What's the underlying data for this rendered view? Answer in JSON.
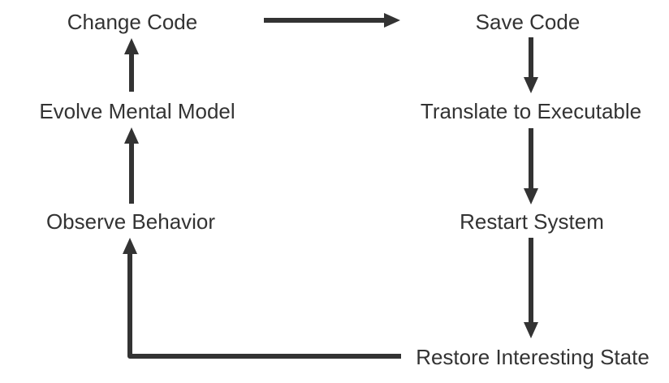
{
  "diagram": {
    "nodes": {
      "change_code": {
        "label": "Change Code"
      },
      "save_code": {
        "label": "Save Code"
      },
      "evolve_mental_model": {
        "label": "Evolve Mental Model"
      },
      "translate_to_executable": {
        "label": "Translate to Executable"
      },
      "observe_behavior": {
        "label": "Observe Behavior"
      },
      "restart_system": {
        "label": "Restart System"
      },
      "restore_interesting_state": {
        "label": "Restore Interesting State"
      }
    },
    "edges": [
      {
        "from": "change_code",
        "to": "save_code"
      },
      {
        "from": "save_code",
        "to": "translate_to_executable"
      },
      {
        "from": "translate_to_executable",
        "to": "restart_system"
      },
      {
        "from": "restart_system",
        "to": "restore_interesting_state"
      },
      {
        "from": "restore_interesting_state",
        "to": "observe_behavior"
      },
      {
        "from": "observe_behavior",
        "to": "evolve_mental_model"
      },
      {
        "from": "evolve_mental_model",
        "to": "change_code"
      }
    ],
    "colors": {
      "ink": "#333333",
      "background": "#ffffff"
    }
  }
}
